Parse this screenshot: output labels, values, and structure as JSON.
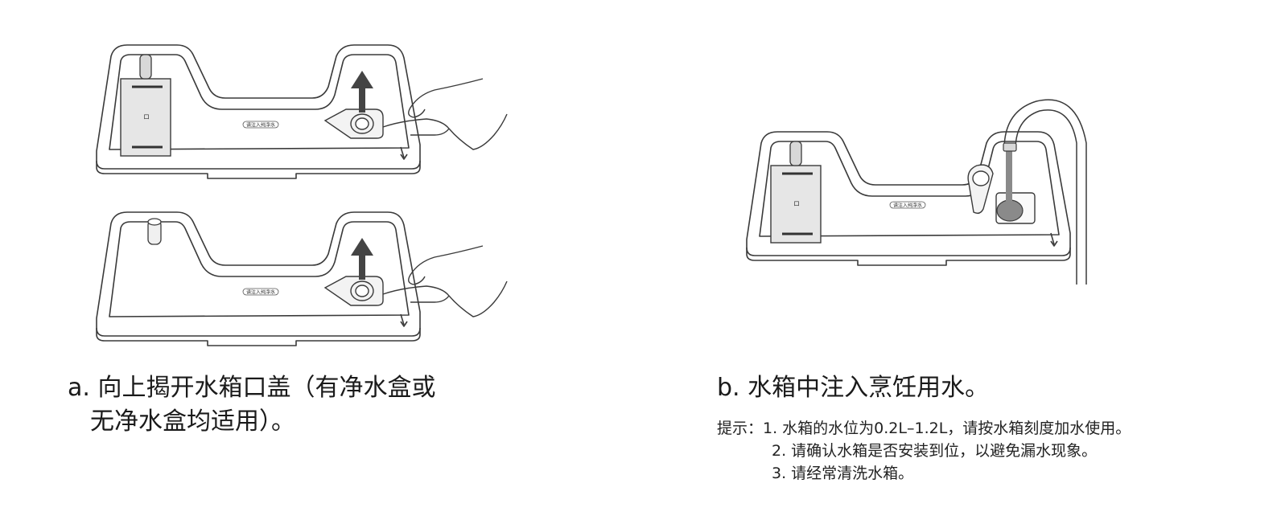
{
  "step_a": {
    "prefix": "a.",
    "line1": "向上揭开水箱口盖（有净水盒或",
    "line2": "无净水盒均适用）。"
  },
  "step_b": {
    "prefix": "b.",
    "text": "水箱中注入烹饪用水。"
  },
  "tips": {
    "label": "提示：",
    "items": [
      "1. 水箱的水位为0.2L–1.2L，请按水箱刻度加水使用。",
      "2. 请确认水箱是否安装到位，以避免漏水现象。",
      "3. 请经常清洗水箱。"
    ]
  },
  "tray_label": "请注入纯净水",
  "colors": {
    "line": "#3a3a3a",
    "arrow": "#444444",
    "box_fill": "#e6e6e6",
    "water": "#8a8a8a"
  }
}
